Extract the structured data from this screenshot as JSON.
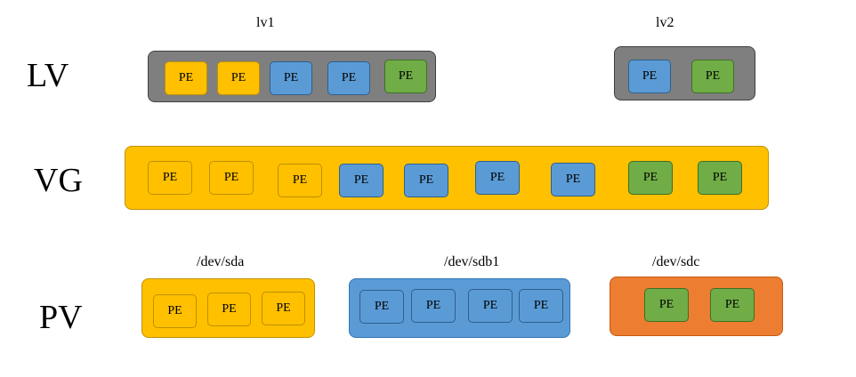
{
  "rows": {
    "lv": "LV",
    "vg": "VG",
    "pv": "PV"
  },
  "lv_groups": [
    {
      "name": "lv1",
      "fill": "#7f7f7f",
      "pes": [
        {
          "label": "PE",
          "color": "#ffc000"
        },
        {
          "label": "PE",
          "color": "#ffc000"
        },
        {
          "label": "PE",
          "color": "#5b9bd5"
        },
        {
          "label": "PE",
          "color": "#5b9bd5"
        },
        {
          "label": "PE",
          "color": "#70ad47"
        }
      ]
    },
    {
      "name": "lv2",
      "fill": "#7f7f7f",
      "pes": [
        {
          "label": "PE",
          "color": "#5b9bd5"
        },
        {
          "label": "PE",
          "color": "#70ad47"
        }
      ]
    }
  ],
  "vg": {
    "fill": "#ffc000",
    "pes": [
      {
        "label": "PE",
        "color": "#ffc000"
      },
      {
        "label": "PE",
        "color": "#ffc000"
      },
      {
        "label": "PE",
        "color": "#ffc000"
      },
      {
        "label": "PE",
        "color": "#5b9bd5"
      },
      {
        "label": "PE",
        "color": "#5b9bd5"
      },
      {
        "label": "PE",
        "color": "#5b9bd5"
      },
      {
        "label": "PE",
        "color": "#5b9bd5"
      },
      {
        "label": "PE",
        "color": "#70ad47"
      },
      {
        "label": "PE",
        "color": "#70ad47"
      }
    ]
  },
  "pvs": [
    {
      "name": "/dev/sda",
      "fill": "#ffc000",
      "pes": [
        {
          "label": "PE",
          "color": "#ffc000"
        },
        {
          "label": "PE",
          "color": "#ffc000"
        },
        {
          "label": "PE",
          "color": "#ffc000"
        }
      ]
    },
    {
      "name": "/dev/sdb1",
      "fill": "#5b9bd5",
      "pes": [
        {
          "label": "PE",
          "color": "#5b9bd5"
        },
        {
          "label": "PE",
          "color": "#5b9bd5"
        },
        {
          "label": "PE",
          "color": "#5b9bd5"
        },
        {
          "label": "PE",
          "color": "#5b9bd5"
        }
      ]
    },
    {
      "name": "/dev/sdc",
      "fill": "#ed7d31",
      "pes": [
        {
          "label": "PE",
          "color": "#70ad47"
        },
        {
          "label": "PE",
          "color": "#70ad47"
        }
      ]
    }
  ]
}
